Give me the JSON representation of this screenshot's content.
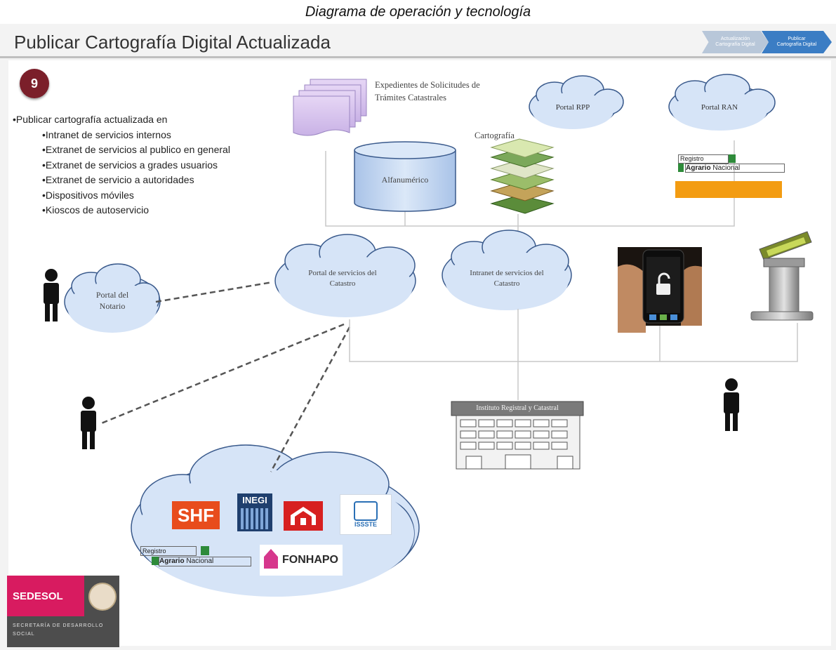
{
  "header": {
    "banner": "Diagrama de operación y tecnología",
    "title": "Publicar Cartografía Digital Actualizada"
  },
  "process_nav": {
    "steps": [
      "Actualización Cartografía Digital",
      "Publicar Cartografía Digital"
    ]
  },
  "step": {
    "number": "9"
  },
  "bullets": {
    "intro": "•Publicar cartografía actualizada en",
    "items": [
      "•Intranet de servicios internos",
      "•Extranet de servicios al publico en general",
      "•Extranet de servicios a grades usuarios",
      "•Extranet de servicio a autoridades",
      "•Dispositivos móviles",
      "•Kioscos de autoservicio"
    ]
  },
  "diagram": {
    "expedientes": "Expedientes de Solicitudes de Trámites Catastrales",
    "alfanumerico": "Alfanumérico",
    "cartografia": "Cartografía",
    "portal_rpp": "Portal RPP",
    "portal_ran": "Portal RAN",
    "portal_notario": "Portal del Notario",
    "portal_servicios": "Portal de servicios del Catastro",
    "intranet": "Intranet de servicios del Catastro",
    "instituto": "Instituto Registral y Catastral",
    "ran_logo": {
      "line1": "Registro",
      "line2a": "Agrario",
      "line2b": "Nacional"
    },
    "orange_bar_color": "#f39c12"
  },
  "logos": {
    "shf": "SHF",
    "inegi": "INEGI",
    "issste": "ISSSTE",
    "fonhapo": "FONHAPO",
    "ran_line1": "Registro",
    "ran_line2a": "Agrario",
    "ran_line2b": "Nacional"
  },
  "footer": {
    "sedesol": "SEDESOL",
    "secretaria": "SECRETARÍA DE DESARROLLO SOCIAL"
  },
  "colors": {
    "cloud_fill": "#d6e4f7",
    "cloud_stroke": "#3a5a8c",
    "step_circle": "#7b1f2a",
    "sedesol_pink": "#d81b60",
    "sedesol_gray": "#4d4d4d"
  }
}
